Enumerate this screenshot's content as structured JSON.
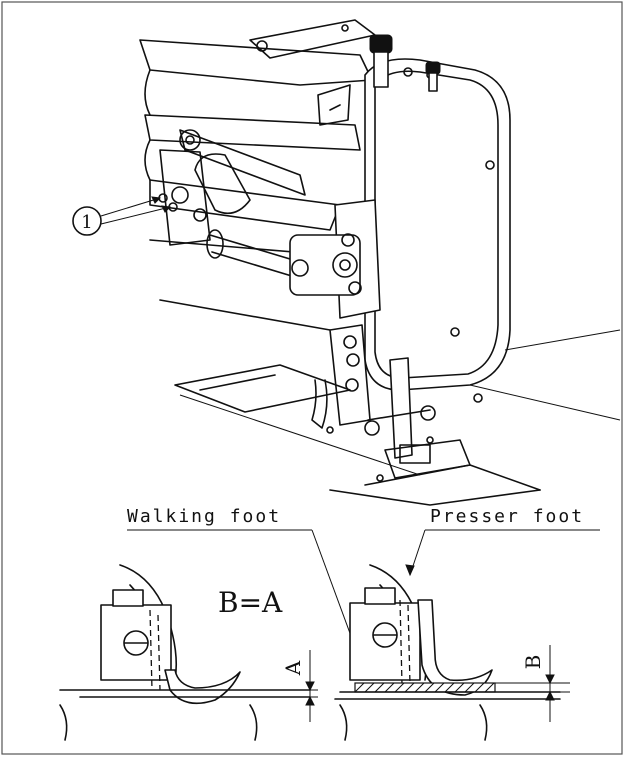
{
  "callout": {
    "number": "1"
  },
  "labels": {
    "walking_foot": "Walking foot",
    "presser_foot": "Presser foot",
    "equation": "B=A",
    "dim_a": "A",
    "dim_b": "B"
  }
}
